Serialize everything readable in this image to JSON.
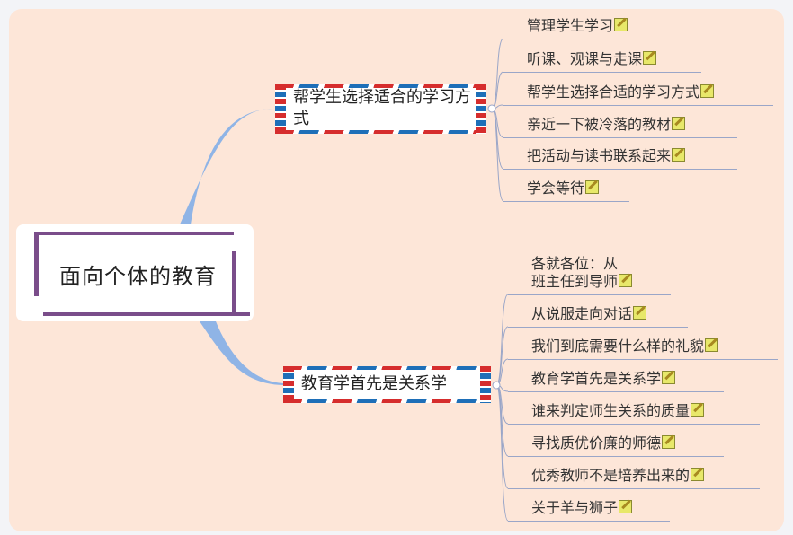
{
  "central": {
    "label": "面向个体的教育"
  },
  "branches": [
    {
      "label": "帮学生选择适合的学习方式",
      "children": [
        "管理学生学习",
        "听课、观课与走课",
        "帮学生选择合适的学习方式",
        "亲近一下被冷落的教材",
        "把活动与读书联系起来",
        "学会等待"
      ]
    },
    {
      "label": "教育学首先是关系学",
      "children": [
        "各就各位：从\n班主任到导师",
        "从说服走向对话",
        "我们到底需要什么样的礼貌",
        "教育学首先是关系学",
        "谁来判定师生关系的质量",
        "寻找质优价廉的师德",
        "优秀教师不是培养出来的",
        "关于羊与狮子"
      ]
    }
  ],
  "colors": {
    "background": "#fde6d8",
    "connector": "#8fb4e6",
    "leaf_line": "#9aa6c8"
  },
  "icons": {
    "leaf_note": "note-edit-icon"
  }
}
